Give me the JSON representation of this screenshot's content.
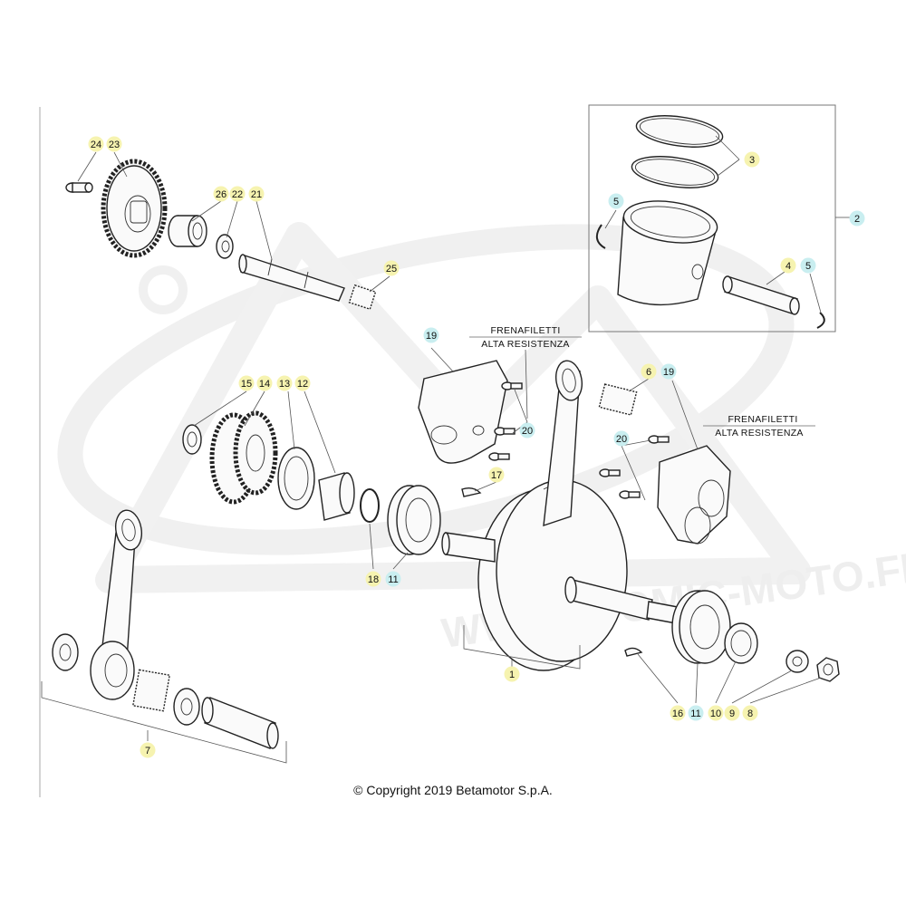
{
  "diagram": {
    "copyright": "© Copyright 2019 Betamotor S.p.A.",
    "notes": [
      {
        "id": "note-1",
        "line1": "FRENAFILETTI",
        "line2": "ALTA RESISTENZA"
      },
      {
        "id": "note-2",
        "line1": "FRENAFILETTI",
        "line2": "ALTA RESISTENZA"
      }
    ],
    "watermark": "WWW.ATOMIC-MOTO.FR",
    "callout_colors": {
      "standard": "#f6f3b0",
      "highlight": "#c9eef0"
    },
    "callouts": [
      {
        "num": "24",
        "style": "standard"
      },
      {
        "num": "23",
        "style": "standard"
      },
      {
        "num": "26",
        "style": "standard"
      },
      {
        "num": "22",
        "style": "standard"
      },
      {
        "num": "21",
        "style": "standard"
      },
      {
        "num": "25",
        "style": "standard"
      },
      {
        "num": "3",
        "style": "standard"
      },
      {
        "num": "5",
        "style": "highlight"
      },
      {
        "num": "2",
        "style": "highlight"
      },
      {
        "num": "4",
        "style": "standard"
      },
      {
        "num": "5",
        "style": "highlight"
      },
      {
        "num": "19",
        "style": "highlight"
      },
      {
        "num": "6",
        "style": "standard"
      },
      {
        "num": "19",
        "style": "highlight"
      },
      {
        "num": "15",
        "style": "standard"
      },
      {
        "num": "14",
        "style": "standard"
      },
      {
        "num": "13",
        "style": "standard"
      },
      {
        "num": "12",
        "style": "standard"
      },
      {
        "num": "20",
        "style": "highlight"
      },
      {
        "num": "20",
        "style": "highlight"
      },
      {
        "num": "17",
        "style": "standard"
      },
      {
        "num": "18",
        "style": "standard"
      },
      {
        "num": "11",
        "style": "highlight"
      },
      {
        "num": "1",
        "style": "standard"
      },
      {
        "num": "7",
        "style": "standard"
      },
      {
        "num": "16",
        "style": "standard"
      },
      {
        "num": "11",
        "style": "highlight"
      },
      {
        "num": "10",
        "style": "standard"
      },
      {
        "num": "9",
        "style": "standard"
      },
      {
        "num": "8",
        "style": "standard"
      }
    ]
  }
}
